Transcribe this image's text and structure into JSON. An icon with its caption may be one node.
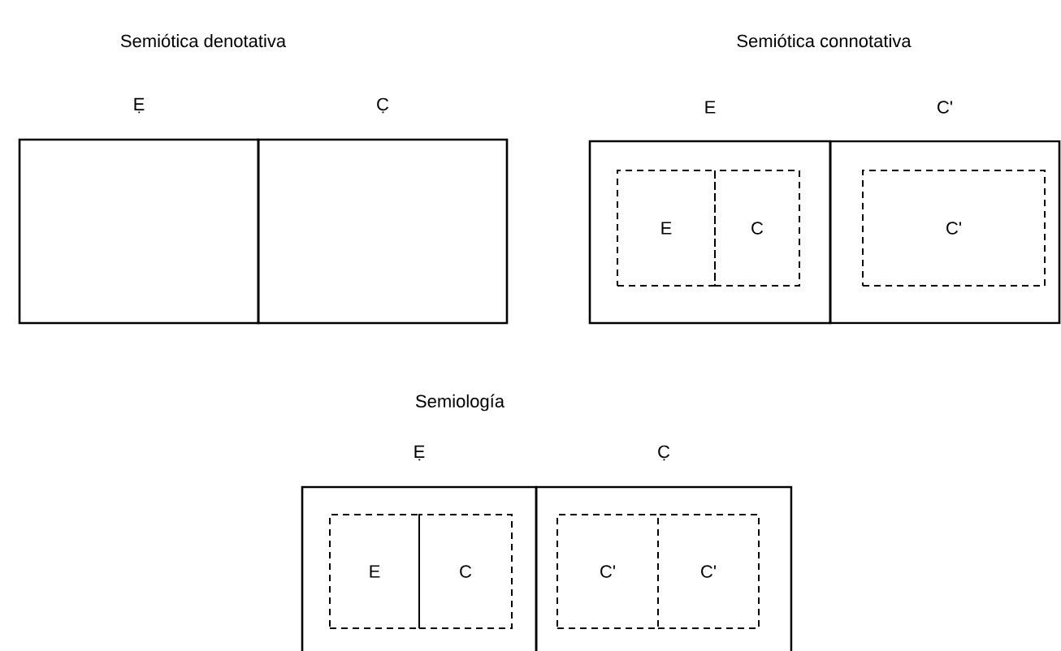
{
  "diagram": {
    "nodes": [
      {
        "text": [
          "Ẹ"
        ]
      },
      {
        "text": [
          "C̣"
        ]
      },
      {
        "text": [
          "E"
        ]
      },
      {
        "text": [
          "E"
        ],
        "in": 2
      },
      {
        "text": [
          "C"
        ],
        "in": 2
      },
      {
        "text": [
          "C'"
        ]
      },
      {
        "text": [
          "C'"
        ],
        "in": 5
      },
      {
        "text": [
          "Ẹ"
        ]
      },
      {
        "text": [
          "E"
        ],
        "in": 7
      },
      {
        "text": [
          "C"
        ],
        "in": 7
      },
      {
        "text": [
          "C̣"
        ]
      },
      {
        "text": [
          "C'"
        ],
        "in": 10
      },
      {
        "text": [
          "C'"
        ],
        "in": 10
      }
    ],
    "labels": [
      "Semiótica denotativa",
      "Semiótica connotativa",
      "Semiología"
    ]
  }
}
